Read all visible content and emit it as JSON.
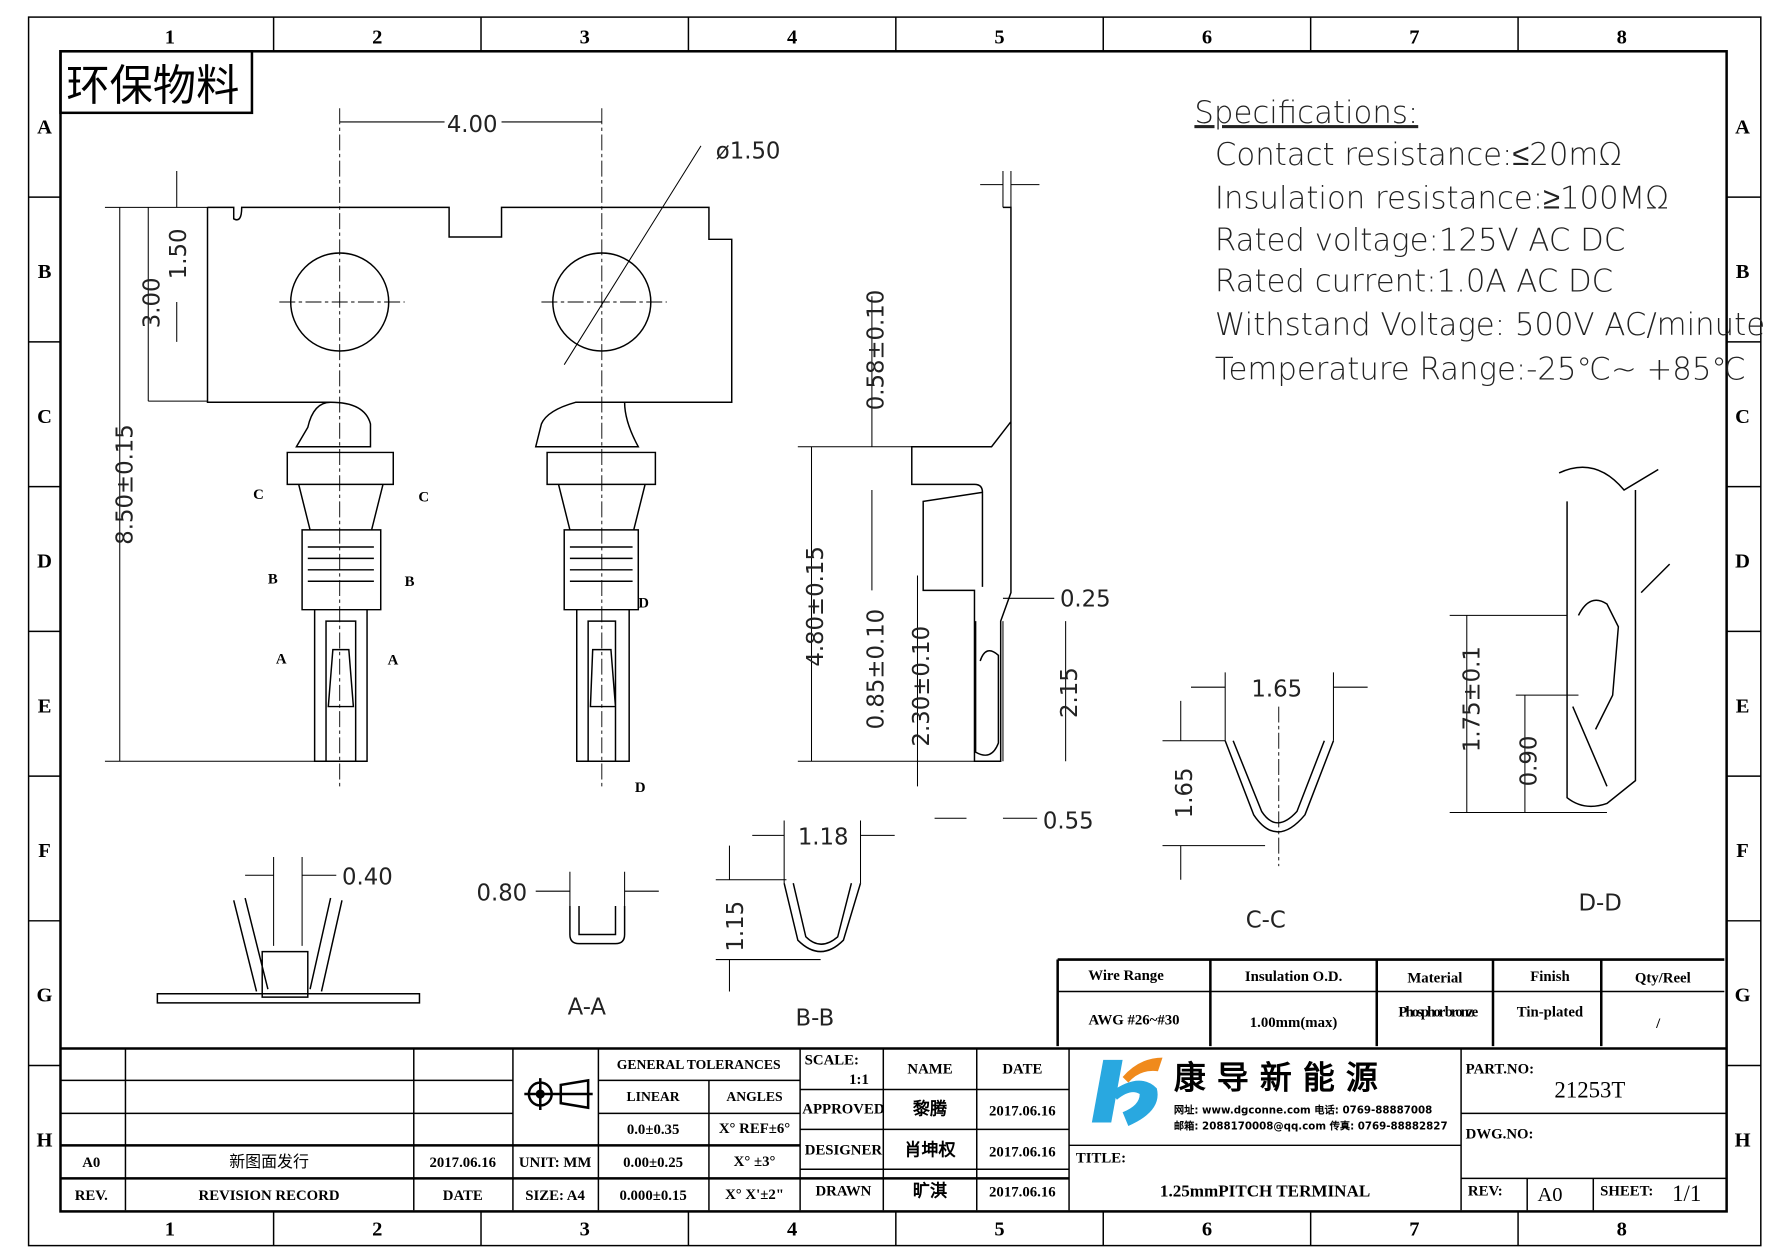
{
  "eco_label": "环保物料",
  "zones": {
    "cols": [
      "1",
      "2",
      "3",
      "4",
      "5",
      "6",
      "7",
      "8"
    ],
    "rows": [
      "A",
      "B",
      "C",
      "D",
      "E",
      "F",
      "G",
      "H"
    ]
  },
  "specs": {
    "title": "Specifications:",
    "lines": [
      "Contact  resistance:≤20mΩ",
      "Insulation  resistance:≥100MΩ",
      "Rated  voltage:125V  AC  DC",
      "Rated  current:1.0A  AC  DC",
      "Withstand  Voltage:  500V  AC/minute",
      "Temperature  Range:-25℃~  +85℃"
    ]
  },
  "dims": {
    "d400": "4.00",
    "d150dia": "ø1.50",
    "d150": "1.50",
    "d300": "3.00",
    "d850": "8.50±0.15",
    "d058": "0.58±0.10",
    "d480": "4.80±0.15",
    "d085": "0.85±0.10",
    "d230": "2.30±0.10",
    "d025": "0.25",
    "d215": "2.15",
    "d055": "0.55",
    "d165w": "1.65",
    "d165h": "1.65",
    "d175": "1.75±0.1",
    "d090": "0.90",
    "d040": "0.40",
    "d080": "0.80",
    "d118": "1.18",
    "d115": "1.15"
  },
  "section_marks": {
    "c": "C",
    "b": "B",
    "a": "A",
    "d": "D"
  },
  "views": {
    "aa": "A-A",
    "bb": "B-B",
    "cc": "C-C",
    "dd": "D-D"
  },
  "spec_table": {
    "headers": [
      "Wire Range",
      "Insulation O.D.",
      "Material",
      "Finish",
      "Qty/Reel"
    ],
    "values": [
      "AWG #26~#30",
      "1.00mm(max)",
      "Phosphor bronze",
      "Tin-plated",
      "/"
    ]
  },
  "revision": {
    "rev": "A0",
    "record": "新图面发行",
    "date": "2017.06.16",
    "h_rev": "REV.",
    "h_record": "REVISION RECORD",
    "h_date": "DATE"
  },
  "tolerances": {
    "title": "GENERAL TOLERANCES",
    "linear": "LINEAR",
    "angles": "ANGLES",
    "lin": [
      "0.0±0.35",
      "0.00±0.25",
      "0.000±0.15"
    ],
    "ang": [
      "X° REF±6°",
      "X°  ±3°",
      "X° X'±2\""
    ],
    "unit": "UNIT: MM",
    "size": "SIZE: A4"
  },
  "signoff": {
    "scale_label": "SCALE:",
    "scale": "1:1",
    "name": "NAME",
    "date": "DATE",
    "rows": [
      {
        "role": "APPROVED",
        "name": "黎腾",
        "date": "2017.06.16"
      },
      {
        "role": "DESIGNER",
        "name": "肖坤权",
        "date": "2017.06.16"
      },
      {
        "role": "DRAWN",
        "name": "旷淇",
        "date": "2017.06.16"
      }
    ]
  },
  "company": {
    "name": "康 导 新 能 源",
    "line1": "网址: www.dgconne.com  电话: 0769-88887008",
    "line2": "邮箱: 2088170008@qq.com  传真: 0769-88882827",
    "logo_color_blue": "#29a8e0",
    "logo_color_orange": "#f08a1c"
  },
  "title_block": {
    "title_label": "TITLE:",
    "title": "1.25mmPITCH TERMINAL",
    "part_label": "PART.NO:",
    "part": "21253T",
    "dwg_label": "DWG.NO:",
    "rev_label": "REV:",
    "rev": "A0",
    "sheet_label": "SHEET:",
    "sheet": "1/1"
  }
}
